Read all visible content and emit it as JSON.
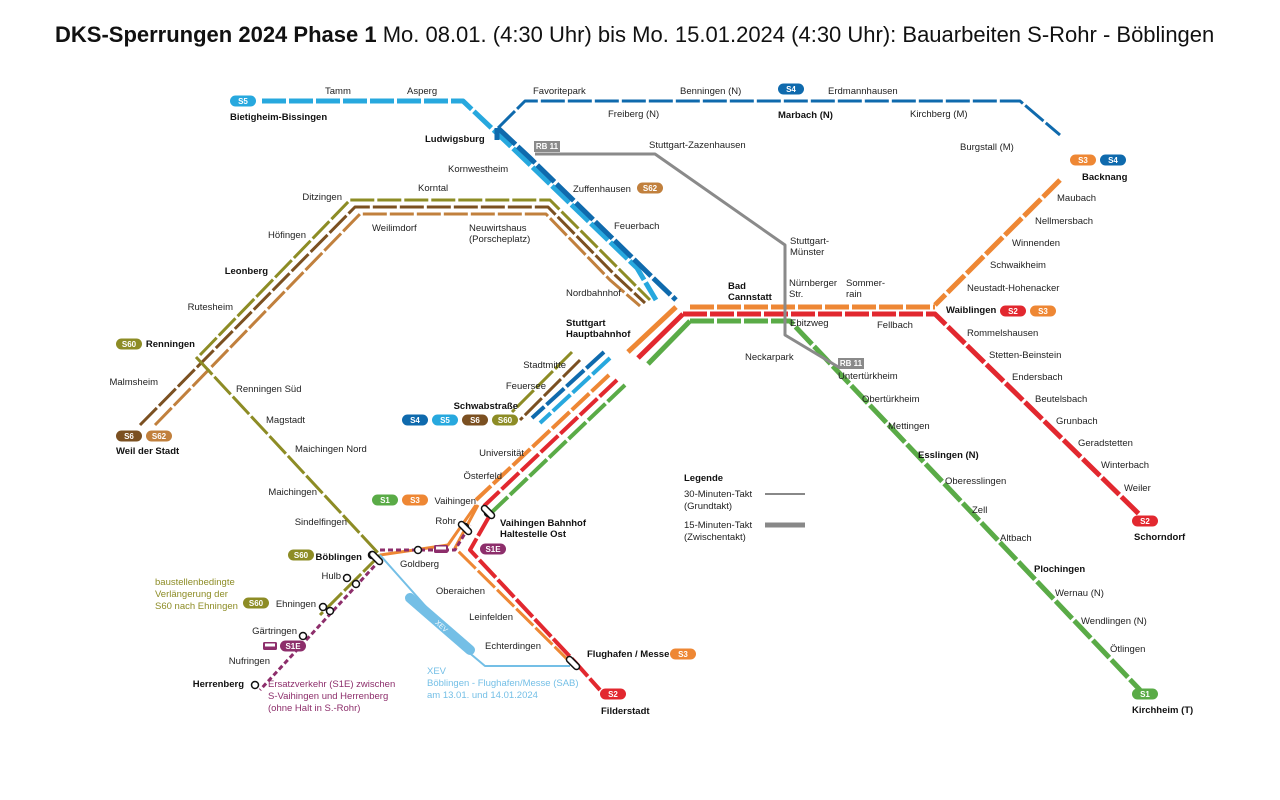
{
  "title": {
    "bold": "DKS-Sperrungen 2024 Phase 1",
    "rest": " Mo. 08.01. (4:30 Uhr) bis Mo. 15.01.2024 (4:30 Uhr): Bauarbeiten S-Rohr - Böblingen"
  },
  "colors": {
    "S1": "#5aab47",
    "S2": "#e2282f",
    "S3": "#ee8734",
    "S4": "#0f6aad",
    "S5": "#27a8de",
    "S6": "#7b5021",
    "S60": "#8d8c25",
    "S62": "#c1803d",
    "RB11": "#8a8a8a",
    "S1E": "#8d2e6b",
    "XEV": "#74bfe6"
  },
  "stations": [
    {
      "id": "bietigheim",
      "label": "Bietigheim-Bissingen",
      "bold": true
    },
    {
      "id": "tamm",
      "label": "Tamm"
    },
    {
      "id": "asperg",
      "label": "Asperg"
    },
    {
      "id": "ludwigsburg",
      "label": "Ludwigsburg",
      "bold": true
    },
    {
      "id": "kornwestheim",
      "label": "Kornwestheim"
    },
    {
      "id": "zuffenhausen",
      "label": "Zuffenhausen"
    },
    {
      "id": "feuerbach",
      "label": "Feuerbach"
    },
    {
      "id": "nordbahnhof",
      "label": "Nordbahnhof"
    },
    {
      "id": "hbf",
      "label": "Stuttgart\nHauptbahnhof",
      "bold": true
    },
    {
      "id": "favoritepark",
      "label": "Favoritepark"
    },
    {
      "id": "freiberg",
      "label": "Freiberg (N)"
    },
    {
      "id": "benningen",
      "label": "Benningen (N)"
    },
    {
      "id": "marbach",
      "label": "Marbach (N)",
      "bold": true
    },
    {
      "id": "erdmannhausen",
      "label": "Erdmannhausen"
    },
    {
      "id": "kirchberg",
      "label": "Kirchberg (M)"
    },
    {
      "id": "burgstall",
      "label": "Burgstall (M)"
    },
    {
      "id": "backnang",
      "label": "Backnang",
      "bold": true
    },
    {
      "id": "maubach",
      "label": "Maubach"
    },
    {
      "id": "nellmersbach",
      "label": "Nellmersbach"
    },
    {
      "id": "winnenden",
      "label": "Winnenden"
    },
    {
      "id": "schwaikheim",
      "label": "Schwaikheim"
    },
    {
      "id": "neustadt",
      "label": "Neustadt-Hohenacker"
    },
    {
      "id": "waiblingen",
      "label": "Waiblingen",
      "bold": true
    },
    {
      "id": "rommelshausen",
      "label": "Rommelshausen"
    },
    {
      "id": "stettenbeinstein",
      "label": "Stetten-Beinstein"
    },
    {
      "id": "endersbach",
      "label": "Endersbach"
    },
    {
      "id": "beutelsbach",
      "label": "Beutelsbach"
    },
    {
      "id": "grunbach",
      "label": "Grunbach"
    },
    {
      "id": "geradstetten",
      "label": "Geradstetten"
    },
    {
      "id": "winterbach",
      "label": "Winterbach"
    },
    {
      "id": "weiler",
      "label": "Weiler"
    },
    {
      "id": "schorndorf",
      "label": "Schorndorf",
      "bold": true
    },
    {
      "id": "zazenhausen",
      "label": "Stuttgart-Zazenhausen"
    },
    {
      "id": "muenster",
      "label": "Stuttgart-\nMünster"
    },
    {
      "id": "badcannstatt",
      "label": "Bad\nCannstatt",
      "bold": true
    },
    {
      "id": "nuernberger",
      "label": "Nürnberger\nStr."
    },
    {
      "id": "sommerrain",
      "label": "Sommer-\nrain"
    },
    {
      "id": "ebitzweg",
      "label": "Ebitzweg"
    },
    {
      "id": "fellbach",
      "label": "Fellbach"
    },
    {
      "id": "neckarpark",
      "label": "Neckarpark"
    },
    {
      "id": "untertuerkheim",
      "label": "Untertürkheim"
    },
    {
      "id": "obertuerkheim",
      "label": "Obertürkheim"
    },
    {
      "id": "mettingen",
      "label": "Mettingen"
    },
    {
      "id": "esslingen",
      "label": "Esslingen (N)",
      "bold": true
    },
    {
      "id": "oberesslingen",
      "label": "Oberesslingen"
    },
    {
      "id": "zell",
      "label": "Zell"
    },
    {
      "id": "altbach",
      "label": "Altbach"
    },
    {
      "id": "plochingen",
      "label": "Plochingen",
      "bold": true
    },
    {
      "id": "wernau",
      "label": "Wernau (N)"
    },
    {
      "id": "wendlingen",
      "label": "Wendlingen (N)"
    },
    {
      "id": "oetlingen",
      "label": "Ötlingen"
    },
    {
      "id": "kirchheim",
      "label": "Kirchheim (T)",
      "bold": true
    },
    {
      "id": "ditzingen",
      "label": "Ditzingen"
    },
    {
      "id": "korntal",
      "label": "Korntal"
    },
    {
      "id": "weilimdorf",
      "label": "Weilimdorf"
    },
    {
      "id": "neuwirtshaus",
      "label": "Neuwirtshaus\n(Porscheplatz)"
    },
    {
      "id": "hoefingen",
      "label": "Höfingen"
    },
    {
      "id": "leonberg",
      "label": "Leonberg",
      "bold": true
    },
    {
      "id": "rutesheim",
      "label": "Rutesheim"
    },
    {
      "id": "renningen",
      "label": "Renningen",
      "bold": true
    },
    {
      "id": "malmsheim",
      "label": "Malmsheim"
    },
    {
      "id": "weilderstadt",
      "label": "Weil der Stadt",
      "bold": true
    },
    {
      "id": "renningensued",
      "label": "Renningen Süd"
    },
    {
      "id": "magstadt",
      "label": "Magstadt"
    },
    {
      "id": "maichingennord",
      "label": "Maichingen Nord"
    },
    {
      "id": "maichingen",
      "label": "Maichingen"
    },
    {
      "id": "sindelfingen",
      "label": "Sindelfingen"
    },
    {
      "id": "boeblingen",
      "label": "Böblingen",
      "bold": true
    },
    {
      "id": "hulb",
      "label": "Hulb"
    },
    {
      "id": "ehningen",
      "label": "Ehningen"
    },
    {
      "id": "gaertringen",
      "label": "Gärtringen"
    },
    {
      "id": "nufringen",
      "label": "Nufringen"
    },
    {
      "id": "herrenberg",
      "label": "Herrenberg",
      "bold": true
    },
    {
      "id": "goldberg",
      "label": "Goldberg"
    },
    {
      "id": "stadtmitte",
      "label": "Stadtmitte"
    },
    {
      "id": "feuersee",
      "label": "Feuersee"
    },
    {
      "id": "schwabstrasse",
      "label": "Schwabstraße",
      "bold": true
    },
    {
      "id": "universitaet",
      "label": "Universität"
    },
    {
      "id": "oesterfeld",
      "label": "Österfeld"
    },
    {
      "id": "vaihingen",
      "label": "Vaihingen"
    },
    {
      "id": "rohr",
      "label": "Rohr"
    },
    {
      "id": "vaihingenbf",
      "label": "Vaihingen Bahnhof\nHaltestelle Ost",
      "bold": true
    },
    {
      "id": "oberaichen",
      "label": "Oberaichen"
    },
    {
      "id": "leinfelden",
      "label": "Leinfelden"
    },
    {
      "id": "echterdingen",
      "label": "Echterdingen"
    },
    {
      "id": "flughafen",
      "label": "Flughafen / Messe",
      "bold": true
    },
    {
      "id": "filderstadt",
      "label": "Filderstadt",
      "bold": true
    }
  ],
  "badges": {
    "s5_bietigheim": "S5",
    "s4_marbach": "S4",
    "s3_backnang": "S3",
    "s4_backnang": "S4",
    "s62_zuffenhausen": "S62",
    "rb11_zazenhausen": "RB 11",
    "rb11_untertuerkheim": "RB 11",
    "s2_waiblingen": "S2",
    "s3_waiblingen": "S3",
    "s2_schorndorf": "S2",
    "s60_renningen": "S60",
    "s6_weil": "S6",
    "s62_weil": "S62",
    "s4_schwab": "S4",
    "s5_schwab": "S5",
    "s6_schwab": "S6",
    "s60_schwab": "S60",
    "s1_vaihingen": "S1",
    "s3_vaihingen": "S3",
    "s60_boeblingen": "S60",
    "s60_ehningen": "S60",
    "s1e_rohr": "S1E",
    "s1e_nufringen": "S1E",
    "s3_flughafen": "S3",
    "s2_filderstadt": "S2",
    "s1_kirchheim": "S1",
    "xev_line": "XEV"
  },
  "legend": {
    "title": "Legende",
    "line1": "30-Minuten-Takt",
    "line1b": "(Grundtakt)",
    "line2": "15-Minuten-Takt",
    "line2b": "(Zwischentakt)"
  },
  "notes": {
    "s60_1": "baustellenbedingte",
    "s60_2": "Verlängerung der",
    "s60_3": "S60 nach Ehningen",
    "s1e_1": "Ersatzverkehr (S1E) zwischen",
    "s1e_2": "S-Vaihingen und Herrenberg",
    "s1e_3": "(ohne Halt in S.-Rohr)",
    "xev_1": "XEV",
    "xev_2": "Böblingen - Flughafen/Messe (SAB)",
    "xev_3": "am 13.01. und 14.01.2024"
  }
}
